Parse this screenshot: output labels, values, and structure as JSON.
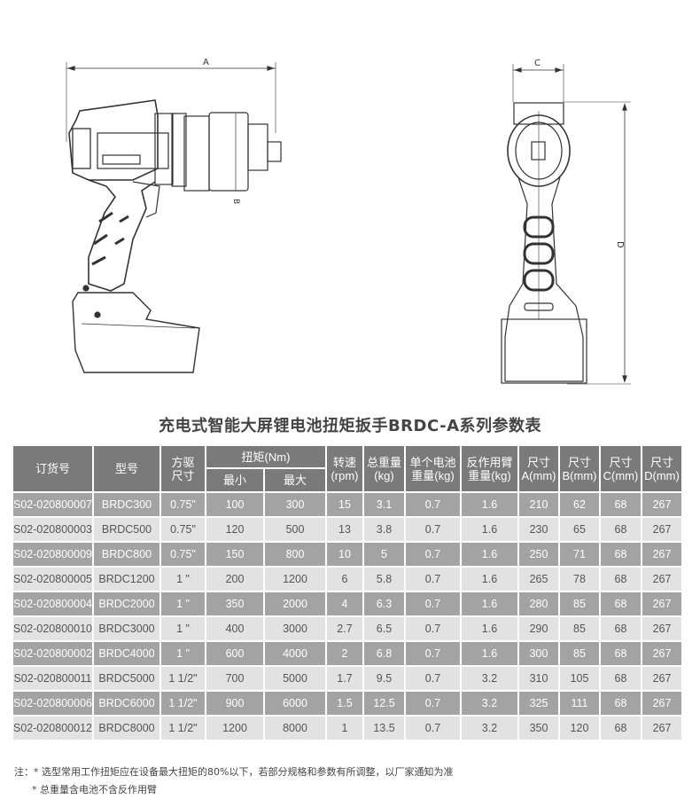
{
  "drawing": {
    "dim_a": "A",
    "dim_b": "B",
    "dim_c": "C",
    "dim_d": "D"
  },
  "title": "充电式智能大屏锂电池扭矩扳手BRDC-A系列参数表",
  "table": {
    "headers": {
      "order_no": "订货号",
      "model": "型号",
      "drive": "方驱尺寸",
      "torque": "扭矩(Nm)",
      "torque_min": "最小",
      "torque_max": "最大",
      "speed": "转速(rpm)",
      "weight": "总重量(kg)",
      "battery": "单个电池重量(kg)",
      "arm": "反作用臂重量(kg)",
      "dim_a": "尺寸A(mm)",
      "dim_b": "尺寸B(mm)",
      "dim_c": "尺寸C(mm)",
      "dim_d": "尺寸D(mm)"
    },
    "rows": [
      [
        "S02-020800007",
        "BRDC300",
        "0.75\"",
        "100",
        "300",
        "15",
        "3.1",
        "0.7",
        "1.6",
        "210",
        "62",
        "68",
        "267"
      ],
      [
        "S02-020800003",
        "BRDC500",
        "0.75\"",
        "120",
        "500",
        "13",
        "3.8",
        "0.7",
        "1.6",
        "230",
        "65",
        "68",
        "267"
      ],
      [
        "S02-020800009",
        "BRDC800",
        "0.75\"",
        "150",
        "800",
        "10",
        "5",
        "0.7",
        "1.6",
        "250",
        "71",
        "68",
        "267"
      ],
      [
        "S02-020800005",
        "BRDC1200",
        "1 \"",
        "200",
        "1200",
        "6",
        "5.8",
        "0.7",
        "1.6",
        "265",
        "78",
        "68",
        "267"
      ],
      [
        "S02-020800004",
        "BRDC2000",
        "1 \"",
        "350",
        "2000",
        "4",
        "6.3",
        "0.7",
        "1.6",
        "280",
        "85",
        "68",
        "267"
      ],
      [
        "S02-020800010",
        "BRDC3000",
        "1 \"",
        "400",
        "3000",
        "2.7",
        "6.5",
        "0.7",
        "1.6",
        "290",
        "85",
        "68",
        "267"
      ],
      [
        "S02-020800002",
        "BRDC4000",
        "1 \"",
        "600",
        "4000",
        "2",
        "6.8",
        "0.7",
        "1.6",
        "300",
        "85",
        "68",
        "267"
      ],
      [
        "S02-020800011",
        "BRDC5000",
        "1  1/2\"",
        "700",
        "5000",
        "1.7",
        "9.5",
        "0.7",
        "3.2",
        "310",
        "105",
        "68",
        "267"
      ],
      [
        "S02-020800006",
        "BRDC6000",
        "1  1/2\"",
        "900",
        "6000",
        "1.5",
        "12.5",
        "0.7",
        "3.2",
        "325",
        "111",
        "68",
        "267"
      ],
      [
        "S02-020800012",
        "BRDC8000",
        "1  1/2\"",
        "1200",
        "8000",
        "1",
        "13.5",
        "0.7",
        "3.2",
        "350",
        "120",
        "68",
        "267"
      ]
    ]
  },
  "notes": {
    "line1": "注：* 选型常用工作扭矩应在设备最大扭矩的80%以下，若部分规格和参数有所调整，以厂家通知为准",
    "line2": "* 总重量含电池不含反作用臂"
  }
}
